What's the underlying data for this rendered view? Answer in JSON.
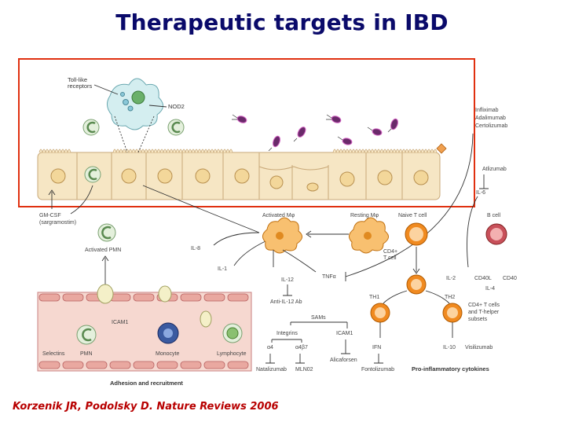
{
  "title": "Therapeutic targets in IBD",
  "citation": "Korzenik JR, Podolsky D. Nature Reviews 2006",
  "labels": {
    "toll_like": "Toll-like",
    "receptors": "receptors",
    "nod2": "NOD2",
    "infliximab": "Infliximab",
    "adalimumab": "Adalimumab",
    "certolizumab": "Certolizumab",
    "atlizumab": "Atlizumab",
    "il6": "IL-6",
    "gmcsf": "GM-CSF",
    "sargramostim": "(sargramostim)",
    "activated_pmn": "Activated PMN",
    "il8": "IL-8",
    "il1": "IL-1",
    "activated_mphi": "Activated Mφ",
    "resting_mphi": "Resting Mφ",
    "naive_t": "Naive T cell",
    "b_cell": "B cell",
    "cd4_t": "CD4+",
    "t_cell": "T cell",
    "il12": "IL-12",
    "anti_il12": "Anti-IL-12 Ab",
    "tnfa": "TNFα",
    "il2": "IL-2",
    "cd40l": "CD40L",
    "cd40": "CD40",
    "il4": "IL-4",
    "th1": "TH1",
    "th2": "TH2",
    "cd4_subsets_1": "CD4+ T cells",
    "cd4_subsets_2": "and T-helper",
    "cd4_subsets_3": "subsets",
    "icam1_vessel": "ICAM1",
    "selectins": "Selectins",
    "pmn": "PMN",
    "monocyte": "Monocyte",
    "lymphocyte": "Lymphocyte",
    "adhesion": "Adhesion and recruitment",
    "sams": "SAMs",
    "integrins": "Integrins",
    "icam1": "ICAM1",
    "a4": "α4",
    "a4b7": "α4β7",
    "natalizumab": "Natalizumab",
    "mln02": "MLN02",
    "alicaforsen": "Alicaforsen",
    "ifn": "IFN",
    "fontolizumab": "Fontolizumab",
    "il10": "IL-10",
    "visilizumab": "Visilizumab",
    "proinflam": "Pro-inflammatory cytokines"
  },
  "colors": {
    "title": "#0a0a6a",
    "highlight_box": "#e03010",
    "citation": "#b80000",
    "epithelium": "#f6e6c4",
    "bacteria": "#6a2a6a",
    "vessel": "#e9a8a0",
    "t_cell": "#f08a20",
    "macrophage": "#f0a040"
  }
}
